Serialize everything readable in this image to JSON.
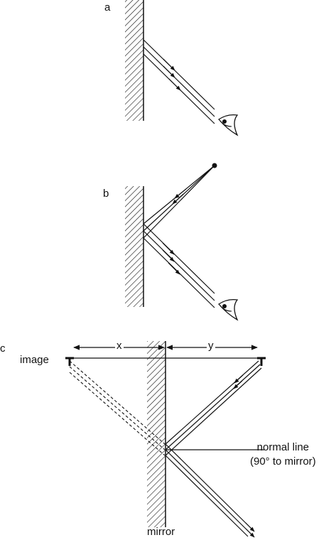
{
  "panels": {
    "a": {
      "label": "a"
    },
    "b": {
      "label": "b"
    },
    "c": {
      "label": "c",
      "image_label": "image",
      "x_label": "x",
      "y_label": "y",
      "normal_line_label_1": "normal line",
      "normal_line_label_2": "(90° to mirror)",
      "mirror_label": "mirror"
    }
  },
  "colors": {
    "ink": "#111111",
    "background": "#ffffff"
  }
}
